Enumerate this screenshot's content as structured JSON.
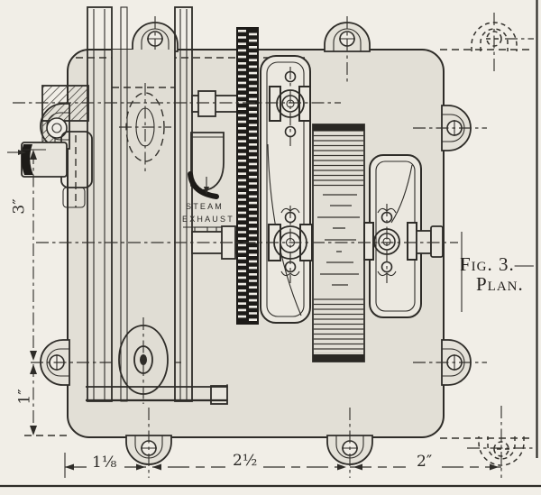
{
  "figure": {
    "number_caption": "Fig. 3.—",
    "title_caption": "Plan."
  },
  "annotations": {
    "steam_line1": "STEAM",
    "steam_line2": "EXHAUST"
  },
  "dimensions": {
    "vertical": [
      {
        "id": "cylinder-offset",
        "value": "3″"
      },
      {
        "id": "edge-offset",
        "value": "1″"
      }
    ],
    "horizontal": [
      {
        "id": "left-span",
        "value": "1⅛"
      },
      {
        "id": "middle-span",
        "value": "2½"
      },
      {
        "id": "right-span",
        "value": "2″"
      }
    ]
  },
  "colors": {
    "paper": "#f1eee7",
    "plate_fill": "#e2dfd6",
    "wheel_fill": "#ebe8e0",
    "ink": "#2e2c28",
    "gear_dark": "#1d1b18"
  }
}
